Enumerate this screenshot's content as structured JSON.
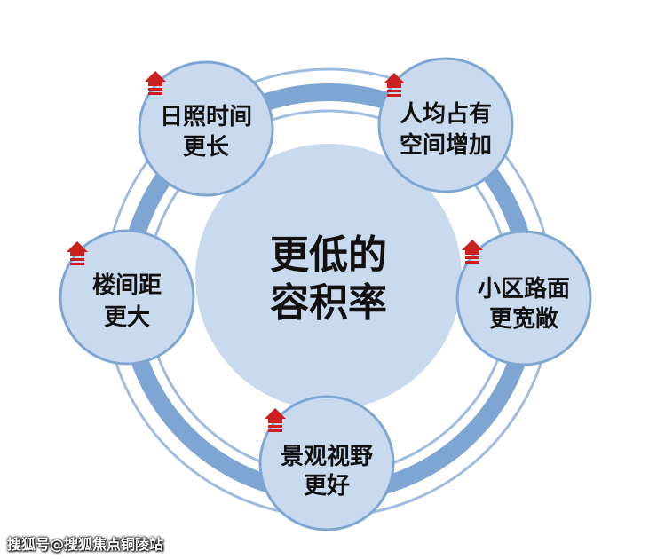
{
  "center": {
    "line1": "更低的",
    "line2": "容积率"
  },
  "nodes": [
    {
      "line1": "日照时间",
      "line2": "更长"
    },
    {
      "line1": "人均占有",
      "line2": "空间增加"
    },
    {
      "line1": "小区路面",
      "line2": "更宽敞"
    },
    {
      "line1": "景观视野",
      "line2": "更好"
    },
    {
      "line1": "楼间距",
      "line2": "更大"
    }
  ],
  "watermark": "搜狐号@搜狐焦点铜陵站",
  "icons": {
    "increase": "up-arrow-icon"
  },
  "colors": {
    "ring_band": "#7fa6d3",
    "ring_edge": "#9ebce0",
    "circle_fill": "#c9daef",
    "circle_stroke": "#7fa6d3",
    "arrow_red": "#cc1f1f",
    "text": "#111111"
  }
}
